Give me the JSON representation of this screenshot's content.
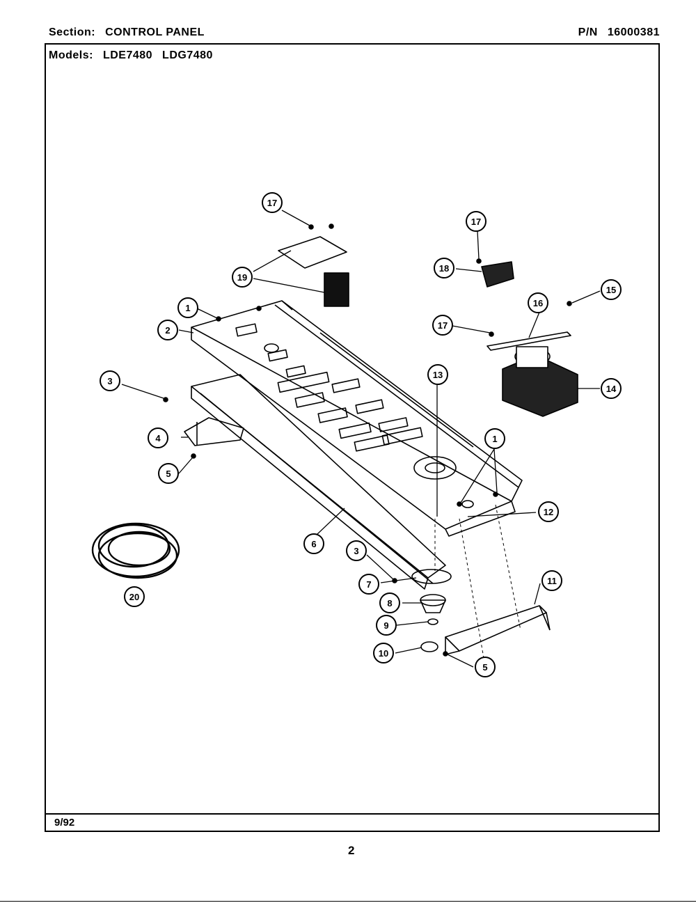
{
  "header": {
    "section_label": "Section:",
    "section_value": "CONTROL PANEL",
    "models_label": "Models:",
    "models": [
      "LDE7480",
      "LDG7480"
    ],
    "pn_label": "P/N",
    "pn_value": "16000381"
  },
  "footer": {
    "date": "9/92",
    "page_number": "2"
  },
  "diagram": {
    "callouts": [
      "17",
      "19",
      "17",
      "18",
      "15",
      "16",
      "17",
      "1",
      "2",
      "3",
      "13",
      "14",
      "4",
      "5",
      "1",
      "12",
      "6",
      "3",
      "7",
      "8",
      "9",
      "10",
      "5",
      "11",
      "20"
    ]
  }
}
